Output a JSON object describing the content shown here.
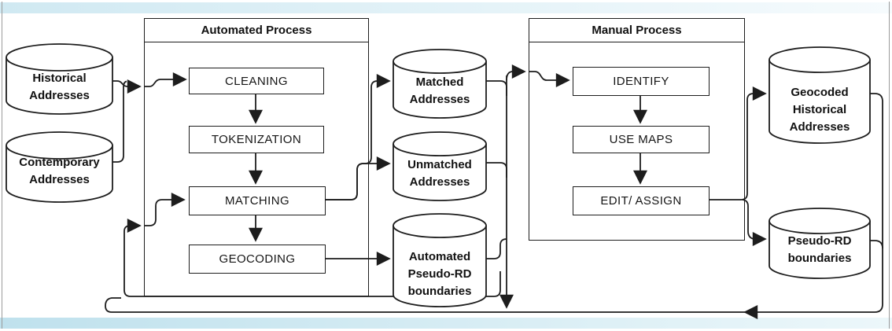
{
  "slide": {
    "background": "#ffffff",
    "band_top_color": "#d0e9f2",
    "band_bottom_color": "#bfe1ed",
    "border_color": "#9b9b9b",
    "line_color": "#1d1d1d"
  },
  "groups": {
    "automated": {
      "title": "Automated Process"
    },
    "manual": {
      "title": "Manual Process"
    }
  },
  "process_steps": {
    "cleaning": "CLEANING",
    "tokenization": "TOKENIZATION",
    "matching": "MATCHING",
    "geocoding": "GEOCODING",
    "identify": "IDENTIFY",
    "use_maps": "USE MAPS",
    "edit_assign": "EDIT/ ASSIGN"
  },
  "datastores": {
    "historical": {
      "lines": [
        "Historical",
        "Addresses"
      ]
    },
    "contemporary": {
      "lines": [
        "Contemporary",
        "Addresses"
      ]
    },
    "matched": {
      "lines": [
        "Matched",
        "Addresses"
      ]
    },
    "unmatched": {
      "lines": [
        "Unmatched",
        "Addresses"
      ]
    },
    "auto_pseudo_rd": {
      "lines": [
        "Automated",
        "Pseudo-RD",
        "boundaries"
      ]
    },
    "geocoded_historical": {
      "lines": [
        "Geocoded",
        "Historical",
        "Addresses"
      ]
    },
    "pseudo_rd": {
      "lines": [
        "Pseudo-RD",
        "boundaries"
      ]
    }
  }
}
